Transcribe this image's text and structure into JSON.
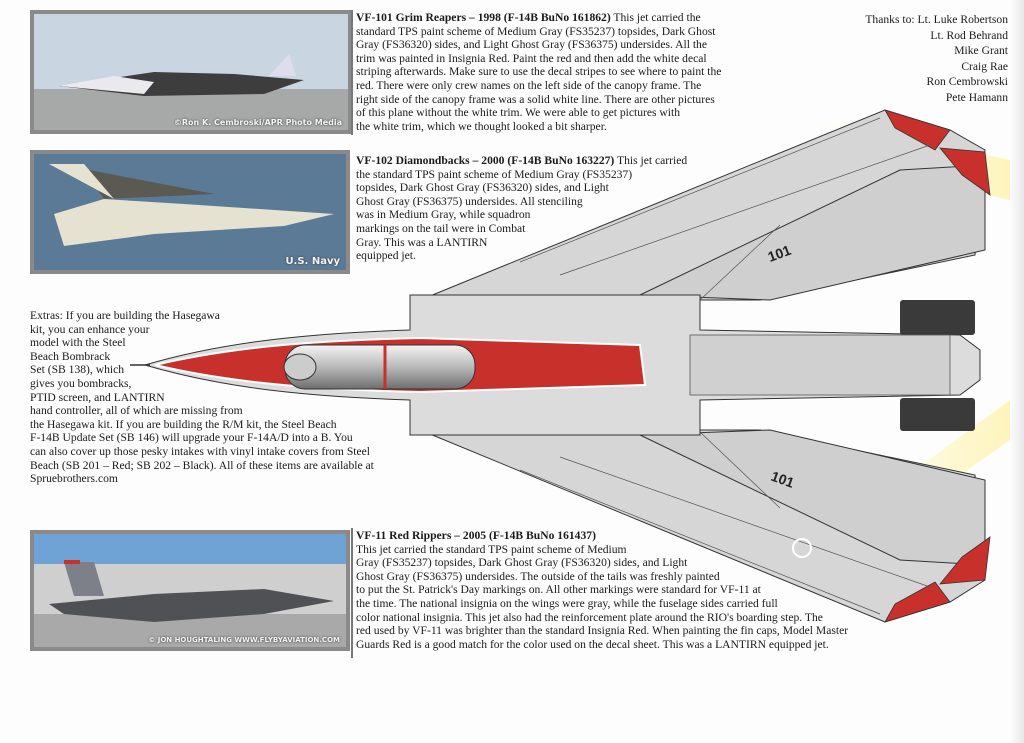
{
  "photos": [
    {
      "credit": "©Ron K. Cembroski/APR Photo Media"
    },
    {
      "credit": "U.S. Navy"
    },
    {
      "credit": "© JON HOUGHTALING WWW.FLYBYAVIATION.COM"
    }
  ],
  "vf101": {
    "title": "VF-101 Grim Reapers – 1998 (F-14B BuNo 161862)",
    "lines": [
      " This jet carried the",
      "standard TPS paint scheme of Medium Gray (FS35237) topsides, Dark Ghost",
      "Gray (FS36320) sides, and Light Ghost Gray (FS36375) undersides. All the",
      "trim was painted in Insignia Red. Paint the red and then add the white decal",
      "striping afterwards. Make sure to use the decal stripes to see where to paint the",
      "red. There were only crew names on the left side of the canopy frame. The",
      "right side of the canopy frame was a solid white line. There are other pictures",
      "of this plane without the white trim. We were able to get pictures with",
      "the white trim, which we thought looked a bit sharper."
    ]
  },
  "vf102": {
    "title": "VF-102 Diamondbacks – 2000 (F-14B BuNo 163227)",
    "lines": [
      " This jet carried",
      "the standard TPS paint scheme of Medium Gray (FS35237)",
      "topsides, Dark Ghost Gray (FS36320) sides, and Light",
      "Ghost Gray (FS36375) undersides. All stenciling",
      "was in Medium Gray, while squadron",
      "markings on the tail were in Combat",
      "Gray. This was a LANTIRN",
      "equipped jet."
    ]
  },
  "extras": {
    "lines": [
      "Extras: If you are building the Hasegawa",
      "kit, you can enhance your",
      "model with the Steel",
      "Beach Bombrack",
      "Set (SB 138), which",
      "gives you bombracks,",
      "PTID screen, and LANTIRN",
      "hand controller, all of which are missing from",
      "the Hasegawa kit. If you are building the R/M kit, the Steel Beach",
      "F-14B Update Set (SB 146) will upgrade your F-14A/D into a B. You",
      "can also cover up those pesky intakes with vinyl intake covers from Steel",
      "Beach (SB 201 – Red; SB 202 – Black). All of these items are available at",
      "Spruebrothers.com"
    ]
  },
  "vf11": {
    "title": "VF-11 Red Rippers – 2005 (F-14B BuNo 161437)",
    "lines": [
      "This jet carried the standard TPS paint scheme of Medium",
      "Gray (FS35237) topsides, Dark Ghost Gray (FS36320) sides, and Light",
      "Ghost Gray (FS36375) undersides. The outside of the tails was freshly painted",
      "to put the St. Patrick's Day markings on. All other markings were standard for VF-11 at",
      "the time. The national insignia on the wings were gray, while the fuselage sides carried full",
      "color national insignia. This jet also had the reinforcement plate around the RIO's boarding step. The",
      "red used by VF-11 was brighter than the standard Insignia Red. When painting the fin caps, Model Master",
      "Guards Red is a good match for the color used on the decal sheet. This was a LANTIRN equipped jet."
    ]
  },
  "thanks": {
    "lines": [
      "Thanks to: Lt. Luke Robertson",
      "Lt. Rod Behrand",
      "Mike Grant",
      "Craig Rae",
      "Ron Cembrowski",
      "Pete Hamann"
    ]
  },
  "plane": {
    "modex_top": "101",
    "modex_bottom": "101"
  },
  "colors": {
    "insignia_red": "#c8302c",
    "light_gray": "#d9d9d9",
    "medium_gray": "#bfbfbf",
    "dark": "#3a3a3a"
  }
}
